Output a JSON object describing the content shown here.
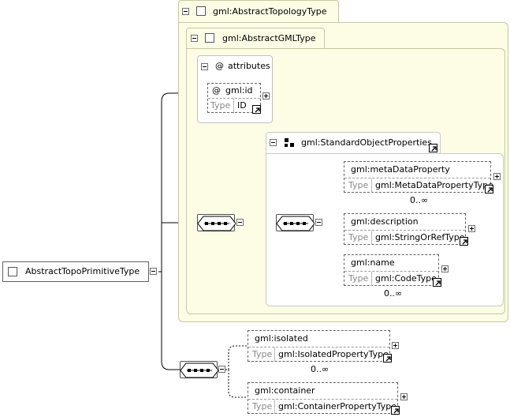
{
  "root": {
    "label": "AbstractTopoPrimitiveType"
  },
  "topology": {
    "label": "gml:AbstractTopologyType"
  },
  "gml_type": {
    "label": "gml:AbstractGMLType"
  },
  "attributes": {
    "header": "attributes",
    "at_symbol": "@",
    "id_name": "gml:id",
    "type_label": "Type",
    "type_value": "ID"
  },
  "standard": {
    "label": "gml:StandardObjectProperties"
  },
  "elements": [
    {
      "name": "gml:metaDataProperty",
      "type_label": "Type",
      "type_value": "gml:MetaDataPropertyType",
      "occurs": "0..∞"
    },
    {
      "name": "gml:description",
      "type_label": "Type",
      "type_value": "gml:StringOrRefType",
      "occurs": ""
    },
    {
      "name": "gml:name",
      "type_label": "Type",
      "type_value": "gml:CodeType",
      "occurs": "0..∞"
    },
    {
      "name": "gml:isolated",
      "type_label": "Type",
      "type_value": "gml:IsolatedPropertyType",
      "occurs": "0..∞"
    },
    {
      "name": "gml:container",
      "type_label": "Type",
      "type_value": "gml:ContainerPropertyType",
      "occurs": ""
    }
  ]
}
